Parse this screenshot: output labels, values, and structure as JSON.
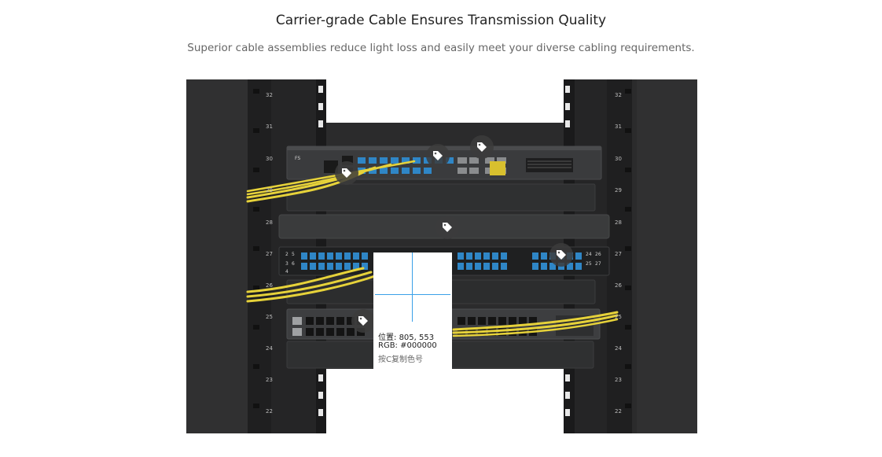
{
  "header": {
    "title": "Carrier-grade Cable Ensures Transmission Quality",
    "subtitle": "Superior cable assemblies reduce light loss and easily meet your diverse cabling requirements."
  },
  "rack": {
    "left_units": [
      "32",
      "31",
      "30",
      "29",
      "28",
      "27",
      "26",
      "25",
      "24",
      "23",
      "22"
    ],
    "right_units": [
      "32",
      "31",
      "30",
      "29",
      "28",
      "27",
      "26",
      "25",
      "24",
      "23",
      "22"
    ],
    "switch_brand": "FS",
    "panel_port_labels": [
      "2",
      "3",
      "4",
      "5",
      "6",
      "24",
      "25",
      "26",
      "27"
    ]
  },
  "picker": {
    "position_label": "位置",
    "position_value": "805, 553",
    "rgb_label": "RGB:",
    "rgb_value": "#000000",
    "hint": "按C复制色号"
  },
  "colors": {
    "cable": "#e6d23a",
    "port_blue": "#2f86c6",
    "device": "#333436",
    "crosshair": "#3aa0e8"
  }
}
